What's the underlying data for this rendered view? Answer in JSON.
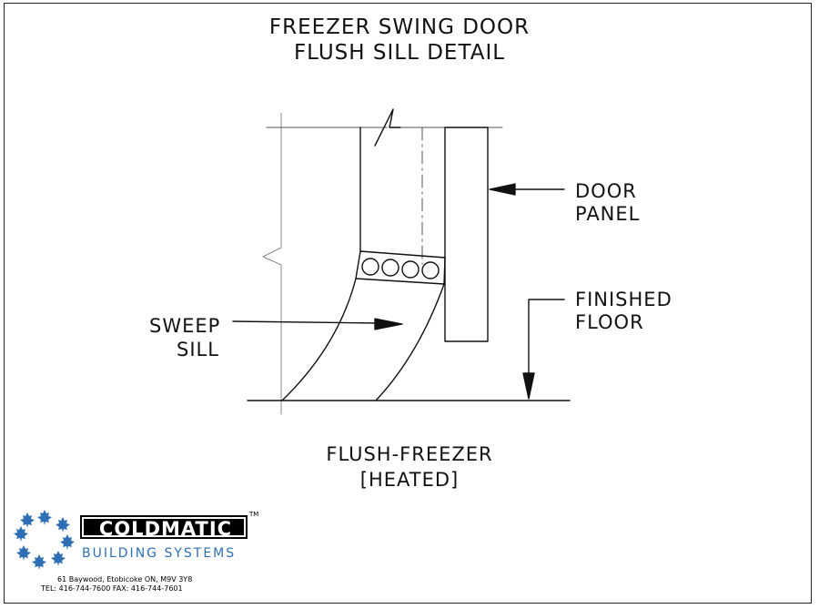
{
  "title": {
    "line1": "FREEZER SWING DOOR",
    "line2": "FLUSH SILL DETAIL"
  },
  "labels": {
    "door_panel_line1": "DOOR",
    "door_panel_line2": "PANEL",
    "finished_floor_line1": "FINISHED",
    "finished_floor_line2": "FLOOR",
    "sweep_sill_line1": "SWEEP",
    "sweep_sill_line2": "SILL"
  },
  "caption": {
    "line1": "FLUSH-FREEZER",
    "line2": "[HEATED]"
  },
  "logo": {
    "brand": "COLDMATIC",
    "trademark": "TM",
    "subtitle": "BUILDING SYSTEMS",
    "address": "61 Baywood, Etobicoke  ON, M9V 3Y8",
    "phone_line": "TEL: 416-744-7600    FAX: 416-744-7601",
    "brand_color": "#2f6fb5",
    "icon": "maple-leaf-icon"
  },
  "colors": {
    "linework": "#111111",
    "background": "#ffffff"
  }
}
